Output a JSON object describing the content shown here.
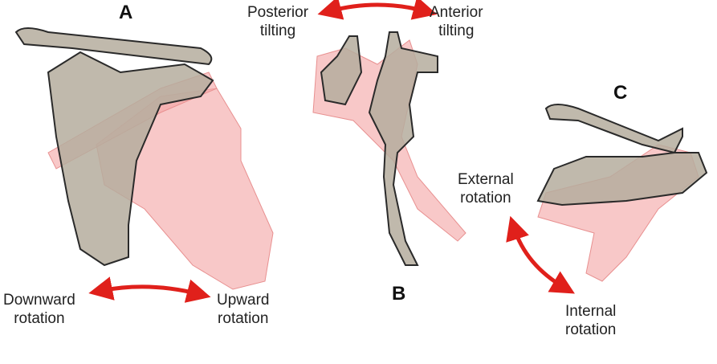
{
  "panels": {
    "a": {
      "letter": "A",
      "left_label": [
        "Downward",
        "rotation"
      ],
      "right_label": [
        "Upward",
        "rotation"
      ]
    },
    "b": {
      "letter": "B",
      "left_label": [
        "Posterior",
        "tilting"
      ],
      "right_label": [
        "Anterior",
        "tilting"
      ]
    },
    "c": {
      "letter": "C",
      "top_label": [
        "External",
        "rotation"
      ],
      "bottom_label": [
        "Internal",
        "rotation"
      ]
    }
  },
  "colors": {
    "arrow": "#e0201b",
    "bone": "#b5ad9e",
    "ghost": "#f4a3a3"
  }
}
